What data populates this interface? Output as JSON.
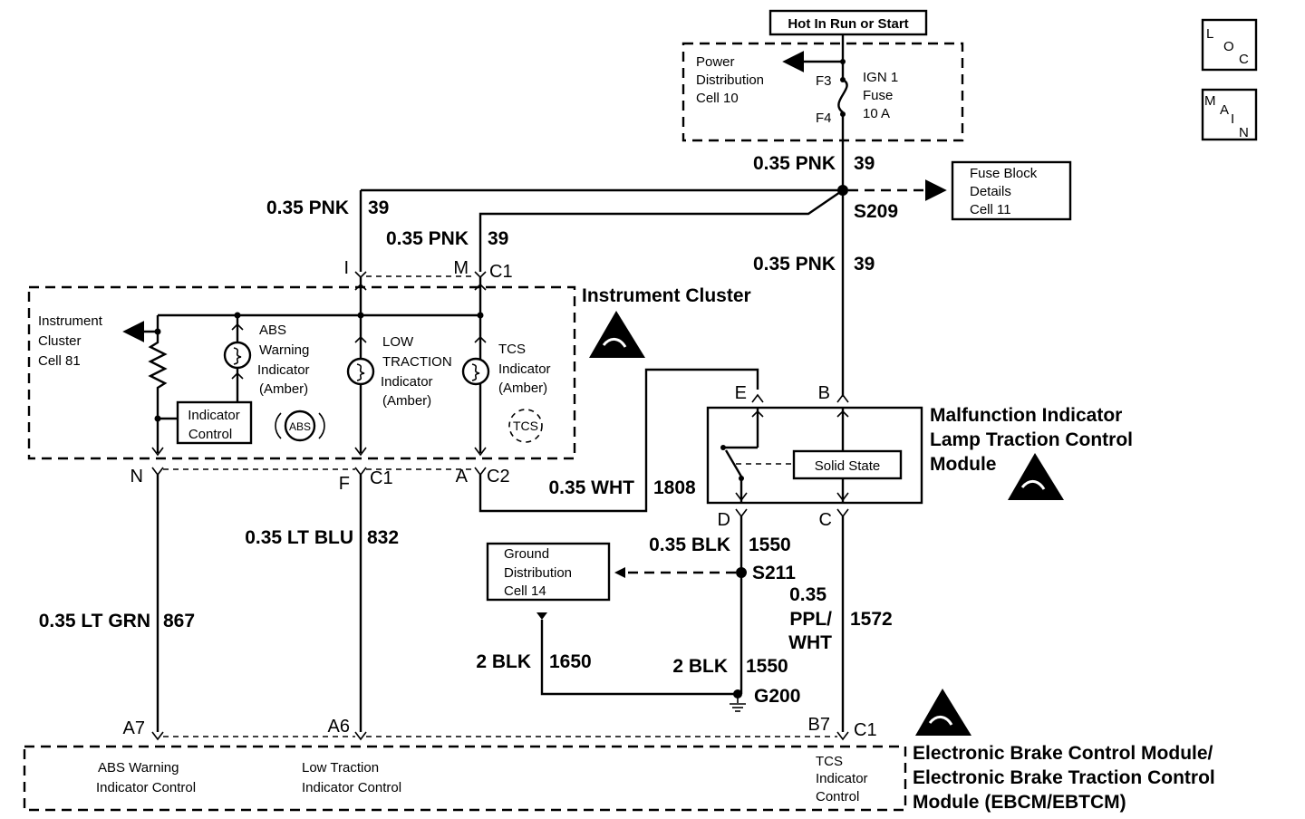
{
  "header": {
    "hot_in_run": "Hot In Run or Start"
  },
  "nav_buttons": {
    "loc": [
      "L",
      "O",
      "C"
    ],
    "main": [
      "M",
      "A",
      "I",
      "N"
    ]
  },
  "power_distribution": {
    "lines": [
      "Power",
      "Distribution",
      "Cell 10"
    ],
    "fuse_top": "F3",
    "fuse_bottom": "F4",
    "fuse_label": [
      "IGN 1",
      "Fuse",
      "10 A"
    ]
  },
  "fuse_block": {
    "lines": [
      "Fuse Block",
      "Details",
      "Cell 11"
    ]
  },
  "wires": {
    "pnk_main": {
      "gauge": "0.35 PNK",
      "circuit": "39"
    },
    "pnk_left": {
      "gauge": "0.35 PNK",
      "circuit": "39"
    },
    "pnk_mid": {
      "gauge": "0.35 PNK",
      "circuit": "39"
    },
    "pnk_lower": {
      "gauge": "0.35 PNK",
      "circuit": "39"
    },
    "wht": {
      "gauge": "0.35 WHT",
      "circuit": "1808"
    },
    "lt_blu": {
      "gauge": "0.35 LT BLU",
      "circuit": "832"
    },
    "lt_grn": {
      "gauge": "0.35 LT GRN",
      "circuit": "867"
    },
    "blk_small": {
      "gauge": "0.35 BLK",
      "circuit": "1550"
    },
    "ppl_wht": {
      "gauge": [
        "0.35",
        "PPL/",
        "WHT"
      ],
      "circuit": "1572"
    },
    "blk_1650": {
      "gauge": "2 BLK",
      "circuit": "1650"
    },
    "blk_1550": {
      "gauge": "2 BLK",
      "circuit": "1550"
    }
  },
  "splices": {
    "s209": "S209",
    "s211": "S211",
    "g200": "G200"
  },
  "instrument_cluster": {
    "title": "Instrument Cluster",
    "ref_lines": [
      "Instrument",
      "Cluster",
      "Cell 81"
    ],
    "abs_indicator": [
      "ABS",
      "Warning",
      "Indicator",
      "(Amber)"
    ],
    "low_traction_indicator": [
      "LOW",
      "TRACTION",
      "Indicator",
      "(Amber)"
    ],
    "tcs_indicator": [
      "TCS",
      "Indicator",
      "(Amber)"
    ],
    "indicator_control": [
      "Indicator",
      "Control"
    ],
    "abs_symbol": "ABS",
    "tcs_symbol": "TCS",
    "pins_top": {
      "i": "I",
      "m": "M",
      "c1": "C1"
    },
    "pins_bottom": {
      "n": "N",
      "f": "F",
      "c1": "C1",
      "a": "A",
      "c2": "C2"
    }
  },
  "mil_module": {
    "title": [
      "Malfunction Indicator",
      "Lamp Traction Control",
      "Module"
    ],
    "solid_state": "Solid State",
    "pins": {
      "e": "E",
      "b": "B",
      "d": "D",
      "c": "C"
    }
  },
  "ground_distribution": {
    "lines": [
      "Ground",
      "Distribution",
      "Cell 14"
    ]
  },
  "ebcm": {
    "title": [
      "Electronic Brake Control Module/",
      "Electronic Brake Traction Control",
      "Module (EBCM/EBTCM)"
    ],
    "abs_control": [
      "ABS Warning",
      "Indicator Control"
    ],
    "low_traction_control": [
      "Low Traction",
      "Indicator Control"
    ],
    "tcs_control": [
      "TCS",
      "Indicator",
      "Control"
    ],
    "pins": {
      "a7": "A7",
      "a6": "A6",
      "b7": "B7",
      "c1": "C1"
    }
  }
}
